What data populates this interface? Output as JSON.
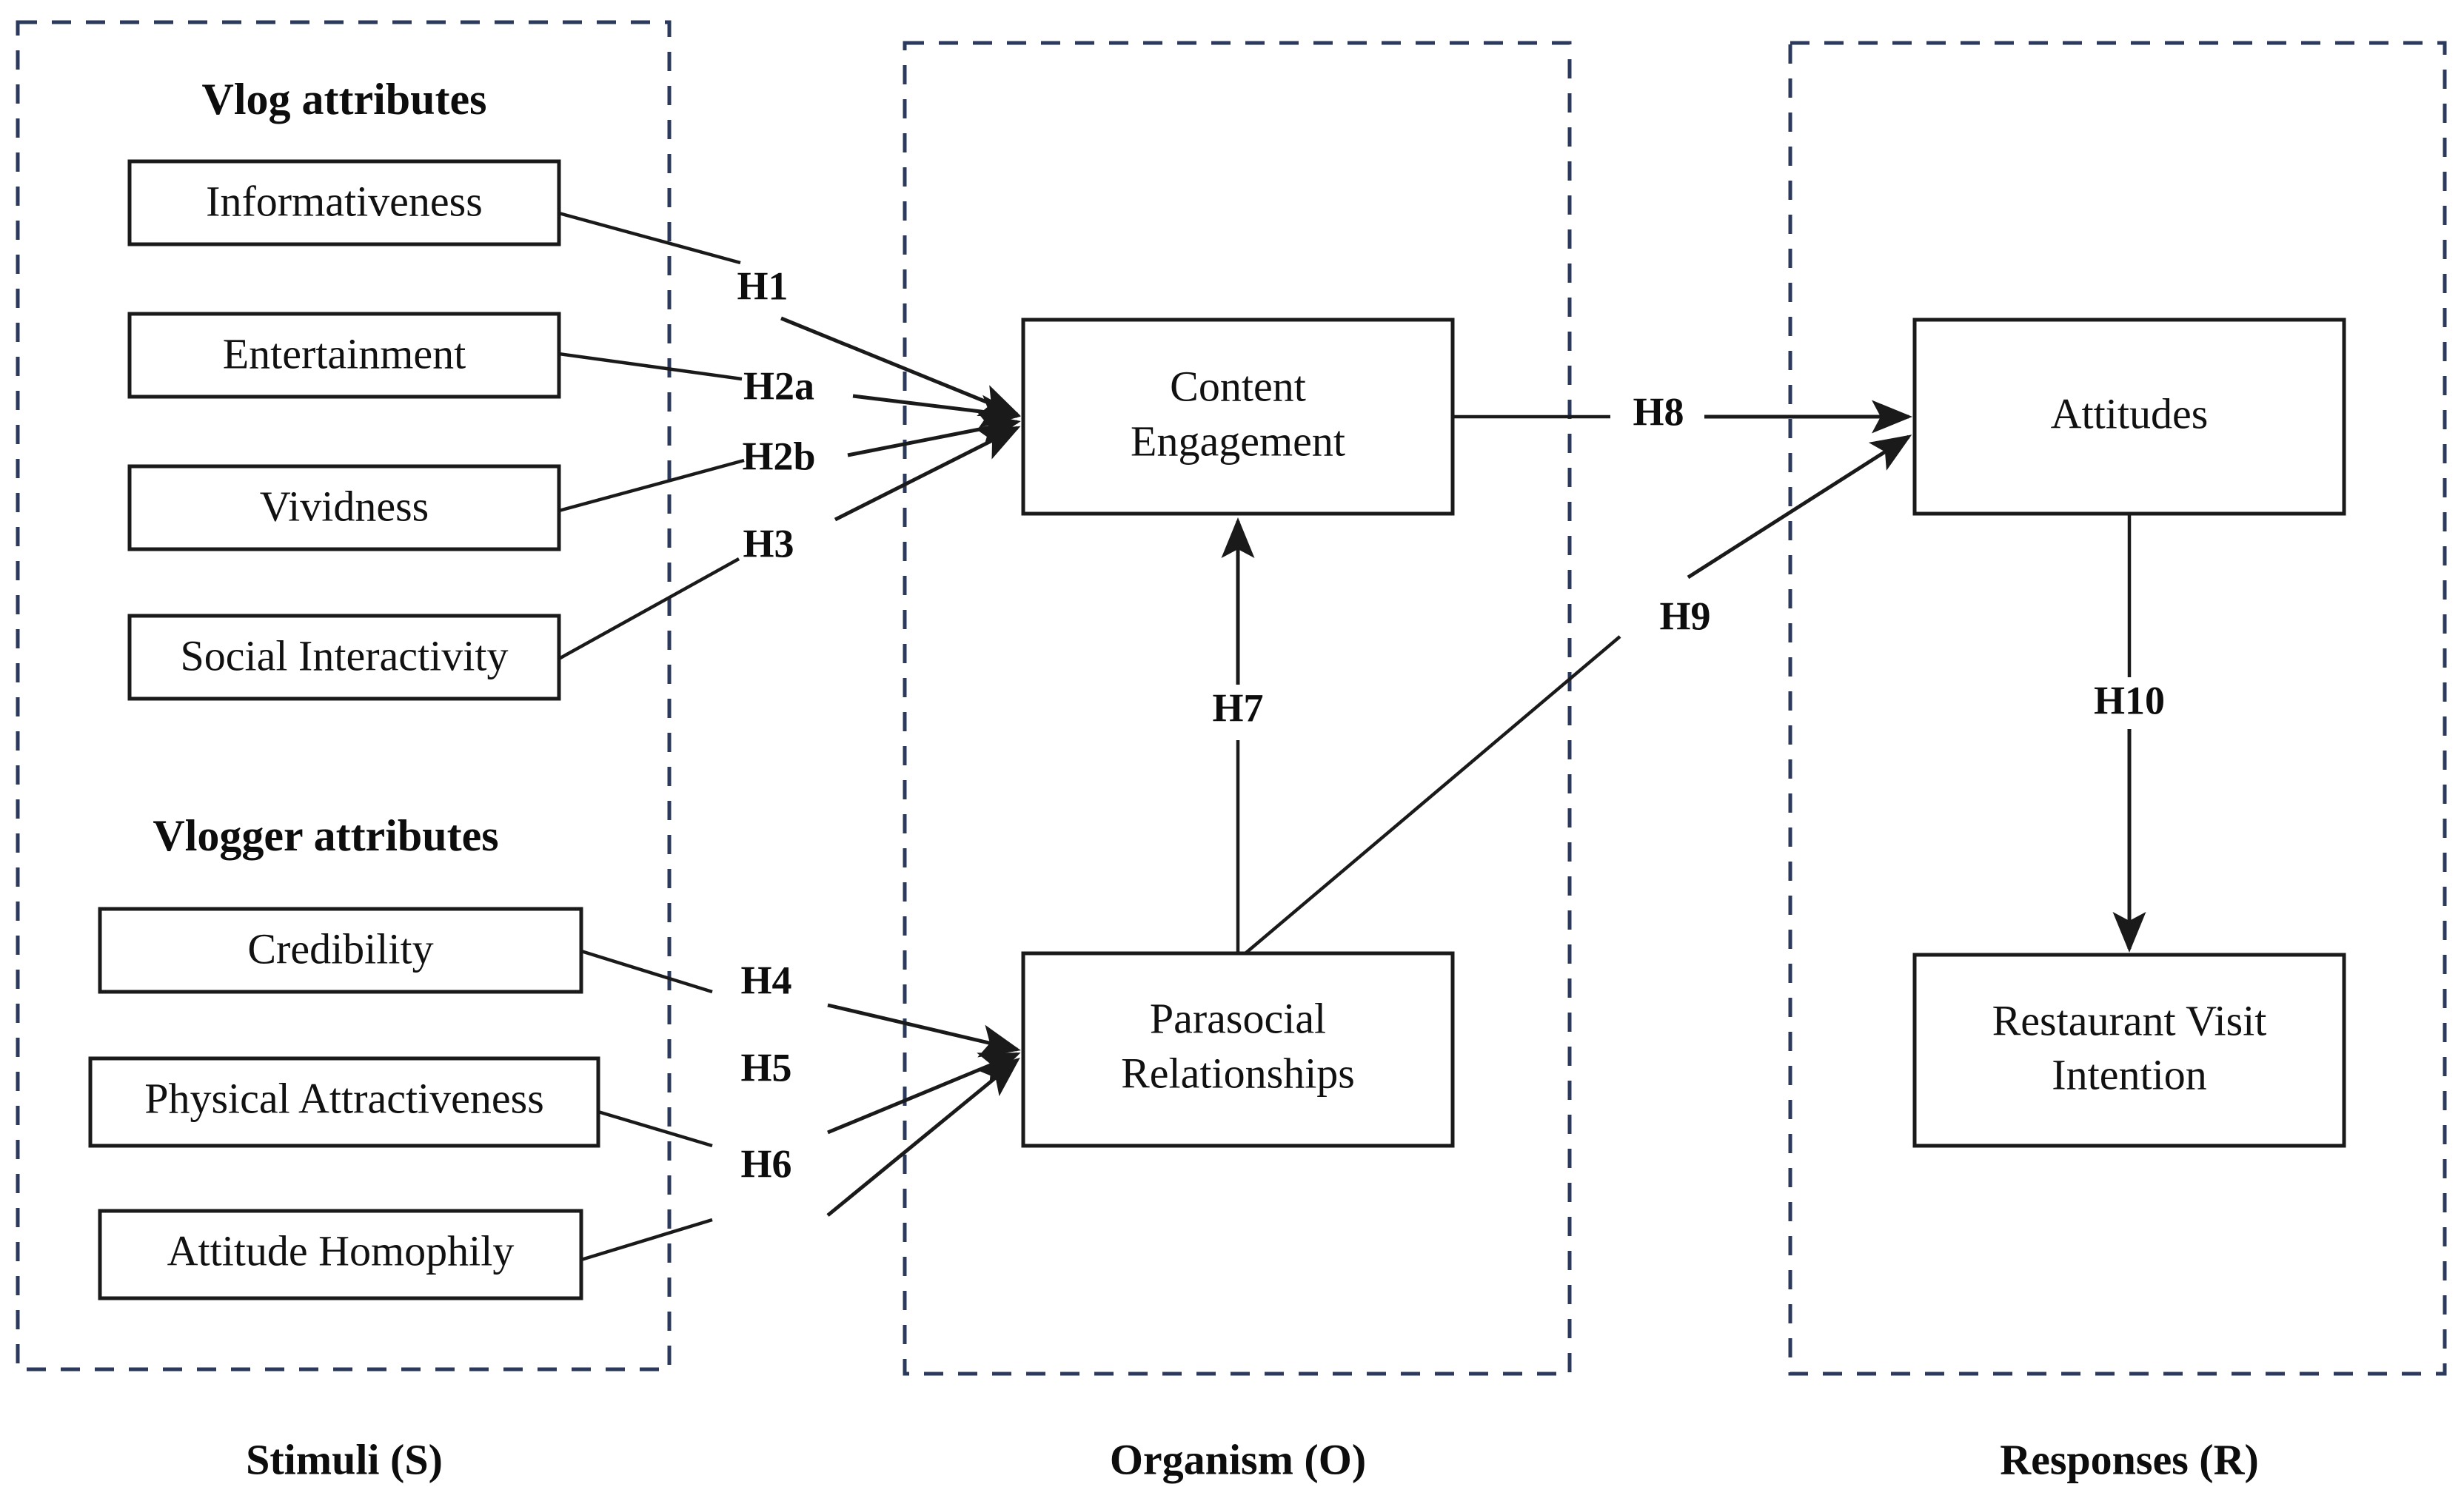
{
  "figure": {
    "type": "conceptual-model-diagram",
    "framework": "Stimulus-Organism-Response (S-O-R)"
  },
  "panels": [
    {
      "id": "stimuli",
      "stage_label": "Stimuli (S)"
    },
    {
      "id": "organism",
      "stage_label": "Organism (O)"
    },
    {
      "id": "responses",
      "stage_label": "Responses (R)"
    }
  ],
  "groups": [
    {
      "id": "vlog",
      "heading": "Vlog attributes"
    },
    {
      "id": "vlogger",
      "heading": "Vlogger attributes"
    }
  ],
  "nodes": {
    "informativeness": "Informativeness",
    "entertainment": "Entertainment",
    "vividness": "Vividness",
    "social_interactivity": "Social Interactivity",
    "credibility": "Credibility",
    "physical_attractiveness": "Physical Attractiveness",
    "attitude_homophily": "Attitude Homophily",
    "content_engagement_line1": "Content",
    "content_engagement_line2": "Engagement",
    "parasocial_line1": "Parasocial",
    "parasocial_line2": "Relationships",
    "attitudes": "Attitudes",
    "restaurant_line1": "Restaurant Visit",
    "restaurant_line2": "Intention"
  },
  "hypotheses": [
    {
      "id": "H1",
      "label": "H1",
      "from": "Informativeness",
      "to": "Content Engagement"
    },
    {
      "id": "H2a",
      "label": "H2a",
      "from": "Entertainment",
      "to": "Content Engagement"
    },
    {
      "id": "H2b",
      "label": "H2b",
      "from": "Vividness",
      "to": "Content Engagement"
    },
    {
      "id": "H3",
      "label": "H3",
      "from": "Social Interactivity",
      "to": "Content Engagement"
    },
    {
      "id": "H4",
      "label": "H4",
      "from": "Credibility",
      "to": "Parasocial Relationships"
    },
    {
      "id": "H5",
      "label": "H5",
      "from": "Physical Attractiveness",
      "to": "Parasocial Relationships"
    },
    {
      "id": "H6",
      "label": "H6",
      "from": "Attitude Homophily",
      "to": "Parasocial Relationships"
    },
    {
      "id": "H7",
      "label": "H7",
      "from": "Parasocial Relationships",
      "to": "Content Engagement"
    },
    {
      "id": "H8",
      "label": "H8",
      "from": "Content Engagement",
      "to": "Attitudes"
    },
    {
      "id": "H9",
      "label": "H9",
      "from": "Parasocial Relationships",
      "to": "Attitudes"
    },
    {
      "id": "H10",
      "label": "H10",
      "from": "Attitudes",
      "to": "Restaurant Visit Intention"
    }
  ],
  "colors": {
    "panel_border": "#2b3a5c",
    "box_border": "#1a1a1a",
    "line": "#1a1a1a",
    "text": "#0d0d0d",
    "background": "#ffffff"
  }
}
